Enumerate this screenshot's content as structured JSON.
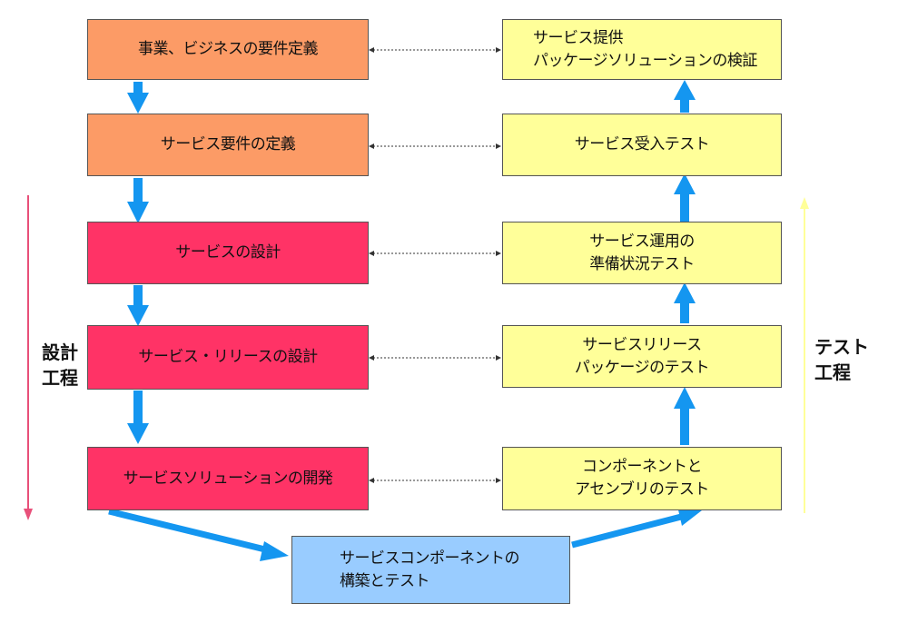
{
  "colors": {
    "arrow_blue": "#1496f0",
    "design_phase_arrow": "#e8507a",
    "test_phase_arrow": "#ffff99",
    "connector": "#333333",
    "orange_box": "#fc9b66",
    "red_box": "#ff3366",
    "yellow_box": "#ffff99",
    "blue_box": "#99ccff"
  },
  "left_boxes": [
    {
      "lines": [
        "事業、ビジネスの要件定義"
      ]
    },
    {
      "lines": [
        "サービス要件の定義"
      ]
    },
    {
      "lines": [
        "サービスの設計"
      ]
    },
    {
      "lines": [
        "サービス・リリースの設計"
      ]
    },
    {
      "lines": [
        "サービスソリューションの開発"
      ]
    }
  ],
  "right_boxes": [
    {
      "lines": [
        "サービス提供",
        "パッケージソリューションの検証"
      ]
    },
    {
      "lines": [
        "サービス受入テスト"
      ]
    },
    {
      "lines": [
        "サービス運用の",
        "準備状況テスト"
      ]
    },
    {
      "lines": [
        "サービスリリース",
        "パッケージのテスト"
      ]
    },
    {
      "lines": [
        "コンポーネントと",
        "アセンブリのテスト"
      ]
    }
  ],
  "bottom_box": {
    "lines": [
      "サービスコンポーネントの",
      "構築とテスト"
    ]
  },
  "design_label": {
    "lines": [
      "設計",
      "工程"
    ]
  },
  "test_label": {
    "lines": [
      "テスト",
      "工程"
    ]
  }
}
